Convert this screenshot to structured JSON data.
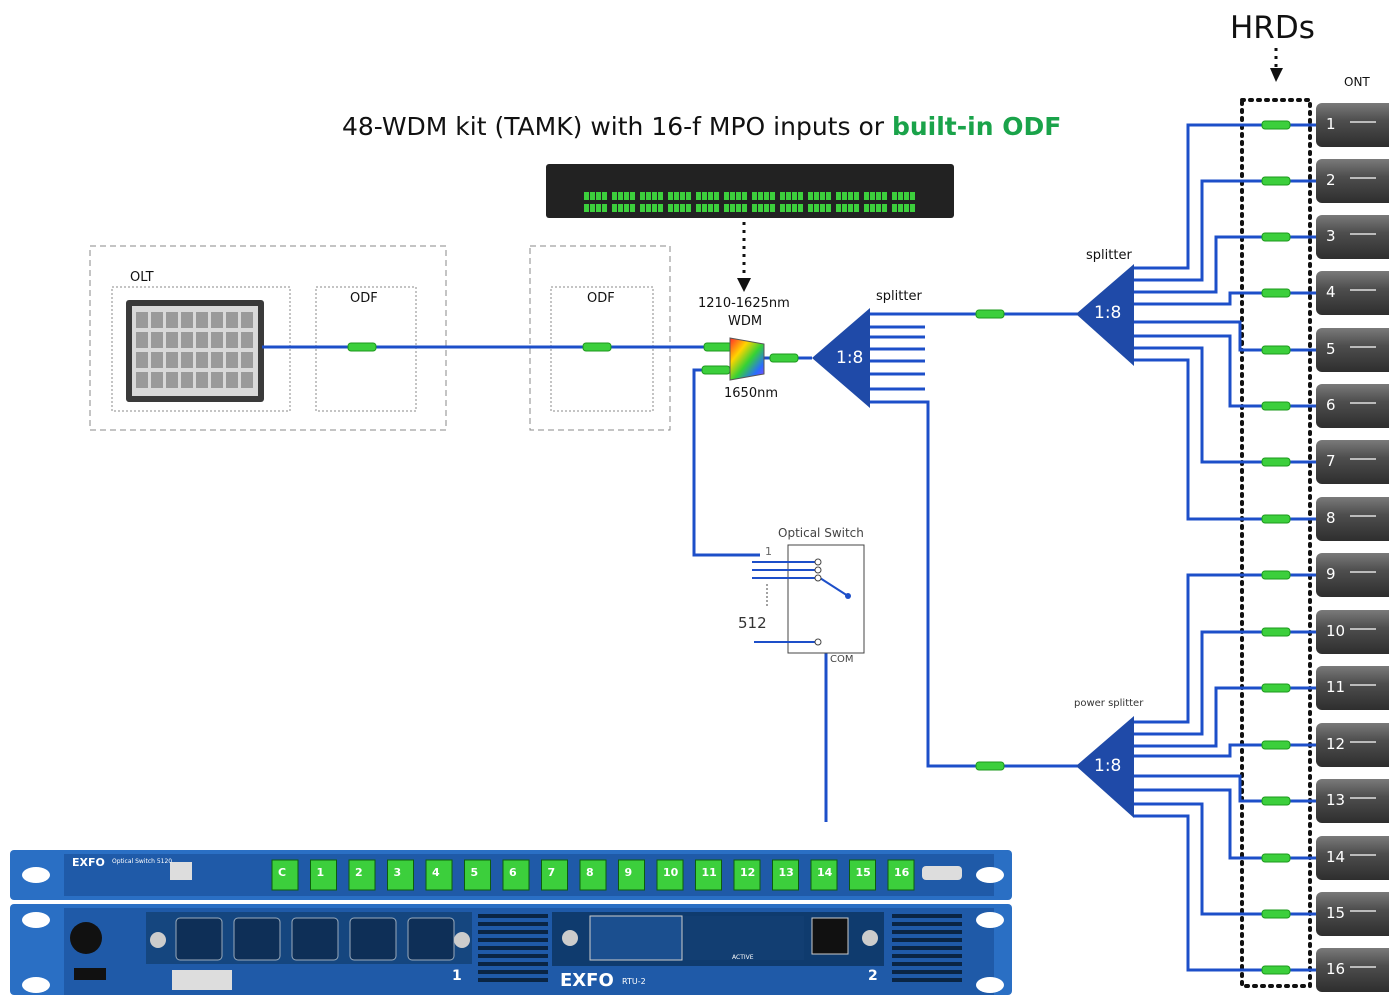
{
  "title": {
    "text": "48-WDM kit (TAMK) with 16-f MPO inputs or ",
    "highlight": "built-in ODF"
  },
  "hrds_label": "HRDs",
  "ont_label": "ONT",
  "olt_label": "OLT",
  "odf_labels": [
    "ODF",
    "ODF"
  ],
  "wdm": {
    "pass_label": "1210-1625nm",
    "name": "WDM",
    "test_label": "1650nm"
  },
  "splitters": {
    "main": {
      "label": "splitter",
      "ratio": "1:8"
    },
    "upper": {
      "label": "splitter",
      "ratio": "1:8"
    },
    "lower": {
      "label": "power splitter",
      "ratio": "1:8"
    }
  },
  "optical_switch": {
    "label": "Optical Switch",
    "port_first": "1",
    "port_last": "512",
    "com_label": "COM"
  },
  "ont_ports": [
    "1",
    "2",
    "3",
    "4",
    "5",
    "6",
    "7",
    "8",
    "9",
    "10",
    "11",
    "12",
    "13",
    "14",
    "15",
    "16"
  ],
  "devices": {
    "switch_unit": {
      "brand": "EXFO",
      "model": "Optical Switch 5120",
      "ports": [
        "C",
        "1",
        "2",
        "3",
        "4",
        "5",
        "6",
        "7",
        "8",
        "9",
        "10",
        "11",
        "12",
        "13",
        "14",
        "15",
        "16"
      ]
    },
    "rtu": {
      "brand": "EXFO",
      "model": "RTU-2",
      "slot1": "1",
      "slot2": "2",
      "status": "ACTIVE"
    }
  },
  "colors": {
    "fiber": "#1d4fc9",
    "connector": "#3ccf3c",
    "splitter": "#1f4aa8",
    "highlight": "#1aa34a",
    "panel": "#2a6fc4"
  }
}
